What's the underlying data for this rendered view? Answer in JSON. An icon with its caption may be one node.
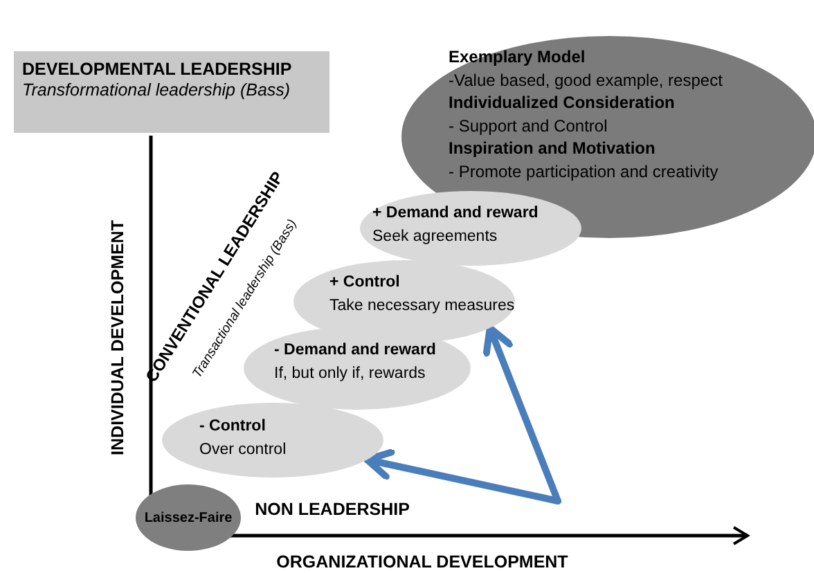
{
  "diagram": {
    "nodes": [
      {
        "text": [
          "DEVELOPMENTAL LEADERSHIP",
          "Transformational leadership (Bass)"
        ]
      },
      {
        "text": [
          "Exemplary Model",
          "-Value based, good example, respect",
          "Individualized Consideration",
          "- Support and Control",
          "Inspiration and Motivation",
          "- Promote participation and creativity"
        ]
      },
      {
        "text": [
          "+ Demand and reward",
          "Seek agreements"
        ]
      },
      {
        "text": [
          "+ Control",
          "Take necessary measures"
        ]
      },
      {
        "text": [
          "- Demand and reward",
          "If, but only if, rewards"
        ]
      },
      {
        "text": [
          "- Control",
          "Over control"
        ]
      },
      {
        "text": [
          "Laissez-Faire"
        ]
      }
    ],
    "edges": [
      {
        "from": null,
        "to": 5,
        "arrow": "to"
      },
      {
        "from": null,
        "to": 3,
        "arrow": "to"
      }
    ],
    "labels": [
      "CONVENTIONAL LEADERSHIP",
      "Transactional leadership (Bass)",
      "INDIVIDUAL DEVELOPMENT",
      "NON LEADERSHIP",
      "ORGANIZATIONAL DEVELOPMENT"
    ]
  }
}
